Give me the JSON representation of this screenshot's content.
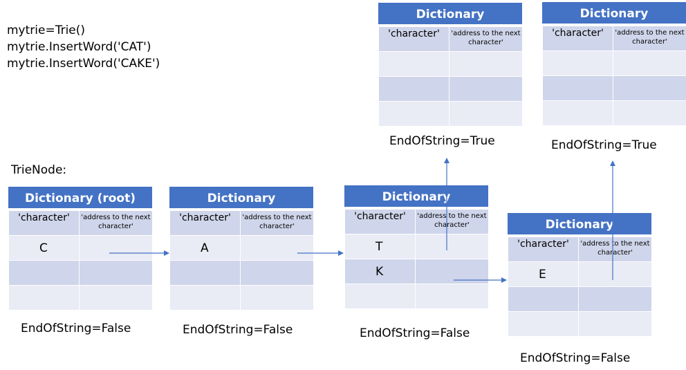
{
  "code_lines": [
    "mytrie=Trie()",
    "mytrie.InsertWord('CAT')",
    "mytrie.InsertWord('CAKE')"
  ],
  "trienode_label": "TrieNode:",
  "column_headers": {
    "character": "'character'",
    "address": "'address to the next character'"
  },
  "nodes": {
    "root": {
      "title": "Dictionary (root)",
      "letters": [
        "C",
        "",
        ""
      ],
      "end_of_string": "EndOfString=False"
    },
    "a": {
      "title": "Dictionary",
      "letters": [
        "A",
        "",
        ""
      ],
      "end_of_string": "EndOfString=False"
    },
    "tk": {
      "title": "Dictionary",
      "letters": [
        "T",
        "K",
        ""
      ],
      "end_of_string": "EndOfString=False"
    },
    "t_end": {
      "title": "Dictionary",
      "letters": [
        "",
        "",
        ""
      ],
      "end_of_string": "EndOfString=True"
    },
    "e": {
      "title": "Dictionary",
      "letters": [
        "E",
        "",
        ""
      ],
      "end_of_string": "EndOfString=False"
    },
    "e_end": {
      "title": "Dictionary",
      "letters": [
        "",
        "",
        ""
      ],
      "end_of_string": "EndOfString=True"
    }
  },
  "colors": {
    "header": "#4472c4",
    "row_dark": "#cfd5ea",
    "row_light": "#e9ebf5",
    "arrow": "#4472c4"
  }
}
